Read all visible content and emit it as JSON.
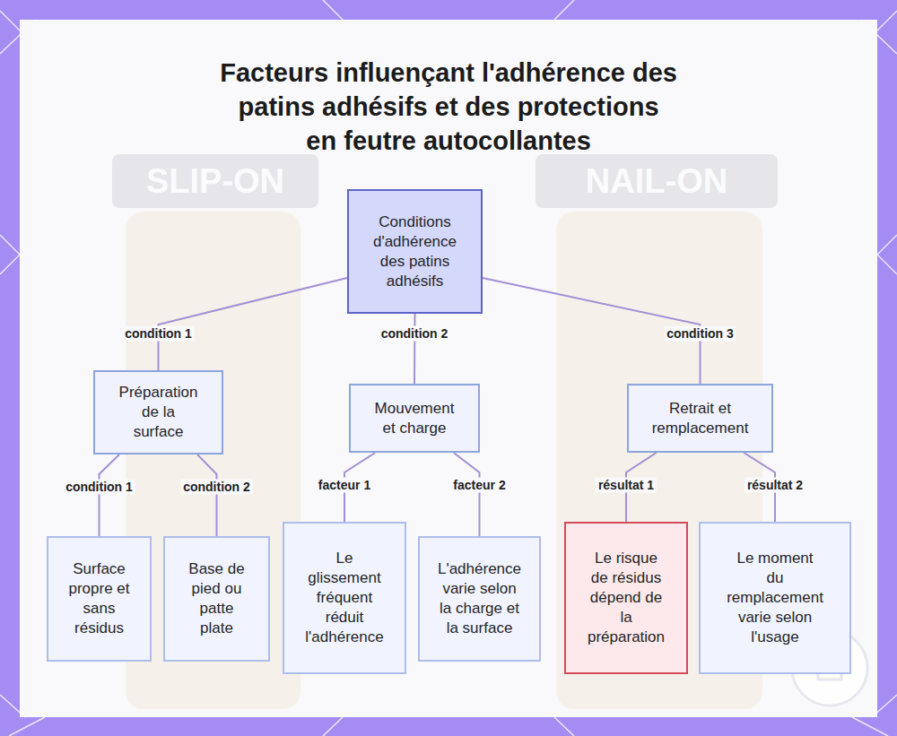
{
  "diagram": {
    "title": "Facteurs influençant l'adhérence des patins adhésifs et des protections en feutre autocollantes",
    "nodes": [
      {
        "text": [
          "Conditions d'adhérence des patins adhésifs"
        ]
      },
      {
        "text": [
          "Préparation de la surface"
        ]
      },
      {
        "text": [
          "Mouvement et charge"
        ]
      },
      {
        "text": [
          "Retrait et remplacement"
        ]
      },
      {
        "text": [
          "Surface propre et sans résidus"
        ]
      },
      {
        "text": [
          "Base de pied ou patte plate"
        ]
      },
      {
        "text": [
          "Le glissement fréquent réduit l'adhérence"
        ]
      },
      {
        "text": [
          "L'adhérence varie selon la charge et la surface"
        ]
      },
      {
        "text": [
          "Le risque de résidus dépend de la préparation"
        ]
      },
      {
        "text": [
          "Le moment du remplacement varie selon l'usage"
        ]
      }
    ],
    "edges": [
      {
        "from": 0,
        "to": 1,
        "label": "condition 1",
        "arrow": "none"
      },
      {
        "from": 0,
        "to": 2,
        "label": "condition 2",
        "arrow": "none"
      },
      {
        "from": 0,
        "to": 3,
        "label": "condition 3",
        "arrow": "none"
      },
      {
        "from": 1,
        "to": 4,
        "label": "condition 1",
        "arrow": "none"
      },
      {
        "from": 1,
        "to": 5,
        "label": "condition 2",
        "arrow": "none"
      },
      {
        "from": 2,
        "to": 6,
        "label": "facteur 1",
        "arrow": "none"
      },
      {
        "from": 2,
        "to": 7,
        "label": "facteur 2",
        "arrow": "none"
      },
      {
        "from": 3,
        "to": 8,
        "label": "résultat 1",
        "arrow": "none"
      },
      {
        "from": 3,
        "to": 9,
        "label": "résultat 2",
        "arrow": "none"
      }
    ],
    "labels": [
      "SLIP-ON",
      "NAIL-ON"
    ]
  }
}
